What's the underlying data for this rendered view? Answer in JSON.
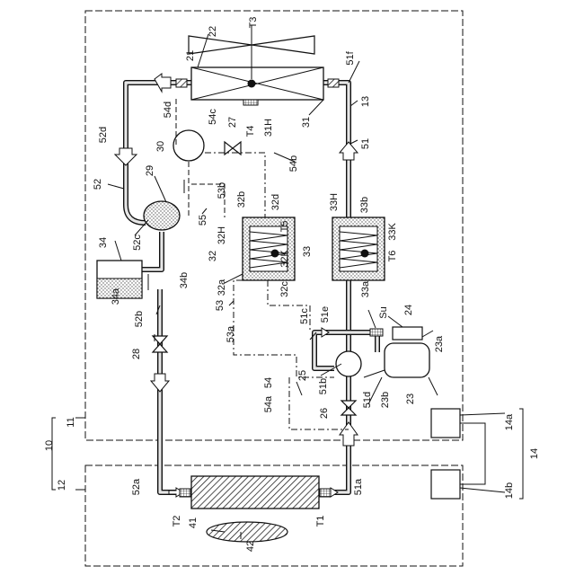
{
  "labels": {
    "l10": "10",
    "l11": "11",
    "l12": "12",
    "l13": "13",
    "l14": "14",
    "l14a": "14a",
    "l14b": "14b",
    "l21": "21",
    "l22": "22",
    "l23": "23",
    "l23a": "23a",
    "l23b": "23b",
    "l24": "24",
    "l25": "25",
    "l26": "26",
    "l27": "27",
    "l28": "28",
    "l29": "29",
    "l30": "30",
    "l31": "31",
    "l31H": "31H",
    "l32": "32",
    "l32a": "32a",
    "l32b": "32b",
    "l32c": "32c",
    "l32d": "32d",
    "l32H": "32H",
    "l32K": "32K",
    "l33": "33",
    "l33a": "33a",
    "l33b": "33b",
    "l33H": "33H",
    "l33K": "33K",
    "l34": "34",
    "l34a": "34a",
    "l34b": "34b",
    "l41": "41",
    "l42": "42",
    "l51": "51",
    "l51a": "51a",
    "l51b": "51b",
    "l51c": "51c",
    "l51d": "51d",
    "l51e": "51e",
    "l51f": "51f",
    "l52": "52",
    "l52a": "52a",
    "l52b": "52b",
    "l52c": "52c",
    "l52d": "52d",
    "l53": "53",
    "l53a": "53a",
    "l53b": "53b",
    "l54": "54",
    "l54a": "54a",
    "l54b": "54b",
    "l54c": "54c",
    "l54d": "54d",
    "l55": "55",
    "lT1": "T1",
    "lT2": "T2",
    "lT3": "T3",
    "lT4": "T4",
    "lT5": "T5",
    "lT6": "T6",
    "lSu": "Su"
  }
}
